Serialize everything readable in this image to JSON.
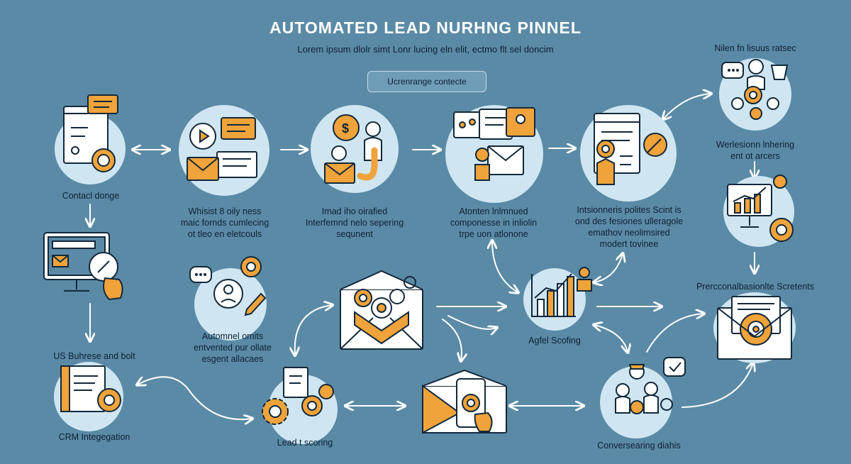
{
  "header": {
    "title": "AUTOMATED LEAD NURHNG PINNEL",
    "subtitle": "Lorem ipsum dlolr simt Lonr lucing eln elit, ectmo flt sel doncim",
    "pill": "Ucrenrange contecte"
  },
  "nodes": [
    {
      "id": "contact",
      "label": "Contacl donge",
      "icon": "web-form-icon"
    },
    {
      "id": "website",
      "label": "Whisist 8 oily ness\nmaic fornds cumlecing\not tleo en eletcouls",
      "icon": "email-marketing-icon"
    },
    {
      "id": "trigger",
      "label": "Imad iho oirafied\nInterfemnd nelo sepering\nsequnent",
      "icon": "lead-magnet-icon"
    },
    {
      "id": "response",
      "label": "Atonten lnlmnued\ncomponesse in inliolin\ntrpe uon atlonone",
      "icon": "response-icon"
    },
    {
      "id": "interests",
      "label": "Intsionneris polites Scint is\nond des fesiones ulleragole\nemathov neolimsired\nmodert tovinee",
      "icon": "analysis-icon"
    },
    {
      "id": "nurture-top",
      "label": "Nilen fn lisuus ratsec",
      "icon": "team-icon"
    },
    {
      "id": "nurture-side",
      "label": "Werlesionn lnhering\nent ot arcers",
      "icon": ""
    },
    {
      "id": "analytics",
      "label": "",
      "icon": "analytics-icon"
    },
    {
      "id": "personal",
      "label": "Prercconalbasionlte Scretents",
      "icon": "personalized-email-icon"
    },
    {
      "id": "crm-monitor",
      "label": "US Buhrese and bolt",
      "icon": "monitor-icon"
    },
    {
      "id": "crm",
      "label": "CRM Integegation",
      "icon": "crm-icon"
    },
    {
      "id": "segment",
      "label": "Automnel omits\nentvented pur ollate\nesgent allacaes",
      "icon": "segment-icon"
    },
    {
      "id": "email-center",
      "label": "",
      "icon": "email-automation-icon"
    },
    {
      "id": "agile",
      "label": "Agfel Scofing",
      "icon": "scoring-chart-icon"
    },
    {
      "id": "lead-scoring",
      "label": "Lead t scoring",
      "icon": "gears-icon"
    },
    {
      "id": "mobile-email",
      "label": "",
      "icon": "mobile-email-icon"
    },
    {
      "id": "conversion",
      "label": "Conversearing diahis",
      "icon": "conversation-icon"
    }
  ],
  "colors": {
    "background": "#5a8aa6",
    "circle": "#cfe6f2",
    "accent": "#f0a33a",
    "stroke": "#12283a"
  }
}
